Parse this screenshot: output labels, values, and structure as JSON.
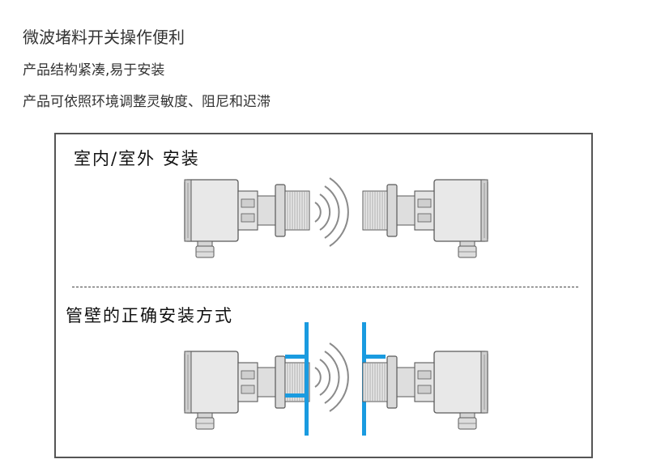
{
  "header": {
    "title": "微波堵料开关操作便利",
    "features": [
      "产品结构紧凑,易于安装",
      "产品可依照环境调整灵敏度、阻尼和迟滞"
    ]
  },
  "panel": {
    "sections": [
      {
        "title": "室内/室外 安装"
      },
      {
        "title": "管壁的正确安装方式"
      }
    ]
  },
  "colors": {
    "text": "#333333",
    "border": "#555555",
    "wall": "#1a9be0",
    "body": "#e6e6e6",
    "outline": "#555555"
  },
  "icons": [
    "sensor-transmitter-icon",
    "sensor-receiver-icon",
    "microwave-signal-icon",
    "pipe-wall-icon"
  ]
}
